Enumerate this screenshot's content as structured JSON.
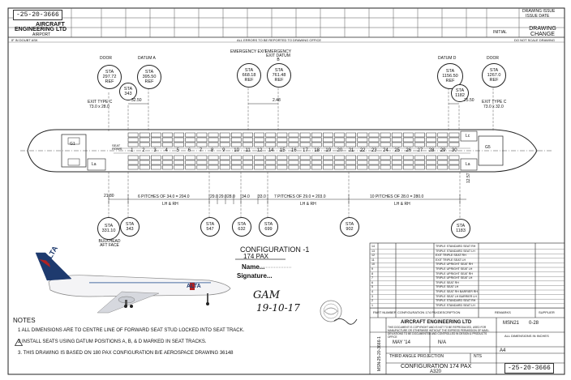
{
  "header": {
    "drawing_no_stamp": "-25-20-3666",
    "company_line1": "AIRCRAFT",
    "company_line2": "ENGINEERING LTD",
    "company_line3": "AIRPORT",
    "title_block_right": {
      "drawing_issue": "DRAWING ISSUE",
      "issue_date": "ISSUE DATE",
      "drawing_change": "DRAWING CHANGE",
      "initial": "INITIAL"
    },
    "left_note": "IF IN DOUBT ASK",
    "center_note": "ALL ERRORS TO BE REPORTED TO DRAWING OFFICE",
    "right_note": "DO NOT SCALE DRAWING"
  },
  "stations_top": [
    {
      "id": "door-left",
      "caption": "DOOR",
      "value": "297.72",
      "ref": "REF"
    },
    {
      "id": "datum-a",
      "caption": "DATUM A",
      "value": "395.50",
      "ref": "REF"
    },
    {
      "id": "emerg-exit",
      "caption": "EMERGENCY EXIT",
      "value": "668.18",
      "ref": "REF"
    },
    {
      "id": "emerg-exit-b",
      "caption": "EMERGENCY EXIT DATUM B",
      "value": "761.48",
      "ref": "REF"
    },
    {
      "id": "datum-d",
      "caption": "DATUM D",
      "value": "1156.50",
      "ref": "REF"
    },
    {
      "id": "door-right",
      "caption": "DOOR",
      "value": "1267.0",
      "ref": "REF"
    }
  ],
  "stations_small_top": [
    {
      "id": "sta343-top",
      "value": "343"
    },
    {
      "id": "sta1182-top",
      "value": "1182"
    }
  ],
  "exit_labels": [
    {
      "id": "exit-c-left",
      "text": "EXIT TYPE C",
      "size": "73.0 x 28.0"
    },
    {
      "id": "exit-c-right",
      "text": "EXIT TYPE C",
      "size": "73.0 x 32.0"
    }
  ],
  "dims_top": {
    "left": "32.50",
    "mid": "2.48",
    "right": "25.50"
  },
  "seat_rows": [
    "1",
    "2",
    "3",
    "4",
    "5",
    "6",
    "7",
    "8",
    "9",
    "10",
    "11",
    "12",
    "14",
    "15",
    "16",
    "17",
    "18",
    "19",
    "20",
    "21",
    "22",
    "23",
    "24",
    "25",
    "26",
    "27",
    "28",
    "29",
    "30"
  ],
  "seat_label": "SEAT ROWS",
  "galley_left": "G1",
  "galley_right": "G5",
  "lav_labels": [
    "La",
    "La",
    "Lc"
  ],
  "dims_bottom": {
    "d1": "21.80",
    "seg1": "6 PITCHES OF 34.0 = 204.0",
    "seg1_sub": "LH & RH",
    "d2": "29.0",
    "d3": "29.0",
    "d4": "28.0",
    "d5": "34.0",
    "d6": "33.0",
    "seg2": "7 PITCHES OF 29.0 = 203.0",
    "seg2_sub": "LH & RH",
    "seg3": "10 PITCHES OF 28.0 = 280.0",
    "seg3_sub": "LH & RH",
    "d7": "12.57"
  },
  "stations_bottom": [
    {
      "id": "sta331",
      "value": "331.10"
    },
    {
      "id": "sta343",
      "value": "343"
    },
    {
      "id": "sta547",
      "value": "547"
    },
    {
      "id": "sta632",
      "value": "632"
    },
    {
      "id": "sta699",
      "value": "699"
    },
    {
      "id": "sta902",
      "value": "902"
    },
    {
      "id": "sta1183",
      "value": "1183"
    }
  ],
  "bulkhead_label": "BULKHEAD AFT FACE",
  "config": {
    "title": "CONFIGURATION -1",
    "subtitle": "174 PAX",
    "name_label": "Name...",
    "signature_label": "Signature...",
    "handwriting_1": "GAM",
    "handwriting_2": "19-10-17"
  },
  "aircraft_brand": "ALTA",
  "notes": {
    "heading": "NOTES",
    "items": [
      "1   ALL DIMENSIONS ARE TO CENTRE LINE OF FORWARD SEAT STUD LOCKED INTO SEAT TRACK.",
      "2   INSTALL SEATS USING DATUM POSITIONS A, B, & D MARKED IN SEAT TRACKS.",
      "3.  THIS DRAWING IS BASED ON 180 PAX CONFIGURATION B/E AEROSPACE DRAWING 36148"
    ]
  },
  "parts_table": {
    "rows": [
      {
        "no": "14",
        "desc": "TRIPLE STANDARD SEAT RH"
      },
      {
        "no": "13",
        "desc": "TRIPLE STANDARD SEAT LH"
      },
      {
        "no": "12",
        "desc": "EXIT TRIPLE SEAT RH"
      },
      {
        "no": "11",
        "desc": "EXIT TRIPLE SEAT LH"
      },
      {
        "no": "10",
        "desc": "TRIPLE UPRIGHT SEAT RH"
      },
      {
        "no": "9",
        "desc": "TRIPLE UPRIGHT SEAT LH"
      },
      {
        "no": "8",
        "desc": "TRIPLE UPRIGHT SEAT RH"
      },
      {
        "no": "7",
        "desc": "TRIPLE UPRIGHT SEAT LH"
      },
      {
        "no": "6",
        "desc": "TRIPLE SEAT RH"
      },
      {
        "no": "5",
        "desc": "TRIPLE SEAT LH"
      },
      {
        "no": "4",
        "desc": "TRIPLE SEAT RH BARRIER RH"
      },
      {
        "no": "3",
        "desc": "TRIPLE SEAT LH BARRIER LH"
      },
      {
        "no": "2",
        "desc": "TRIPLE STANDARD SEAT RH"
      },
      {
        "no": "1",
        "desc": "TRIPLE STANDARD SEAT LH"
      }
    ],
    "config_row": "CONFIGURATION 174 PAX",
    "headers": {
      "part": "PART NUMBER",
      "desc": "DESCRIPTION",
      "remarks": "REMARKS",
      "supplier": "SUPPLIER"
    }
  },
  "title_block": {
    "company": "AIRCRAFT ENGINEERING LTD",
    "copyright": "THIS DOCUMENT IS COPYRIGHT AND IS NOT TO BE REPRODUCED, USED FOR MANUFACTURE OR OTHERWISE WITHOUT THE EXPRESS PERMISSION OF MAEL. DEVIATIONS TO BE DOCUMENTED AND CONTROLLED IN DESIGN & PRODUCTS OFFICE",
    "model": "MSN21",
    "rev": "0-28",
    "date": "MAY '14",
    "na": "N/A",
    "sheet": "A4",
    "projection": "THIRD ANGLE PROJECTION",
    "nts": "NTS",
    "drawing_title": "CONFIGURATION 174 PAX",
    "aircraft_type": "A320",
    "dims_note": "ALL DIMENSIONS IN INCHES",
    "drawing_no": "-25-20-3666",
    "side_no": "MSN-25-20-3666-1"
  },
  "colors": {
    "ink": "#111111",
    "aircraft_red": "#b22222",
    "aircraft_blue": "#1e3a6e"
  }
}
